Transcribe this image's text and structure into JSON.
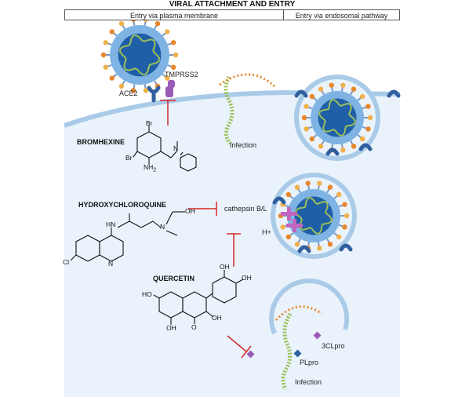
{
  "header": {
    "title": "VIRAL ATTACHMENT AND ENTRY",
    "col_left": "Entry via plasma membrane",
    "col_right": "Entry via endosomal pathway"
  },
  "labels": {
    "ace2": "ACE2",
    "tmprss2": "TMPRSS2",
    "infection_top": "Infection",
    "infection_bottom": "Infection",
    "cathepsin": "cathepsin B/L",
    "hplus": "H+",
    "clpro": "3CLpro",
    "plpro": "PLpro"
  },
  "drugs": {
    "bromhexine": "BROMHEXINE",
    "hydroxychloroquine": "HYDROXYCHLOROQUINE",
    "quercetin": "QUERCETIN"
  },
  "chem_labels": {
    "br1": "Br",
    "br2": "Br",
    "nh2": "NH",
    "nh2_sub": "2",
    "n_brom": "N",
    "hn": "HN",
    "n_hcq": "N",
    "oh_hcq": "OH",
    "cl": "Cl",
    "n_quin": "N",
    "oh_q1": "OH",
    "oh_q2": "OH",
    "ho_q": "HO",
    "oh_q3": "OH",
    "oh_q4": "OH",
    "o_q": "O"
  },
  "colors": {
    "membrane": "#a9cbe8",
    "cell_fill": "#eaf3fb",
    "virus_core": "#1f5fa8",
    "spike_orange": "#e8862a",
    "inhibit_red": "#d62728",
    "rna_green": "#9bbf5a",
    "receptor_blue": "#2f5f9e",
    "tmprss2_purple": "#9b59b6"
  }
}
